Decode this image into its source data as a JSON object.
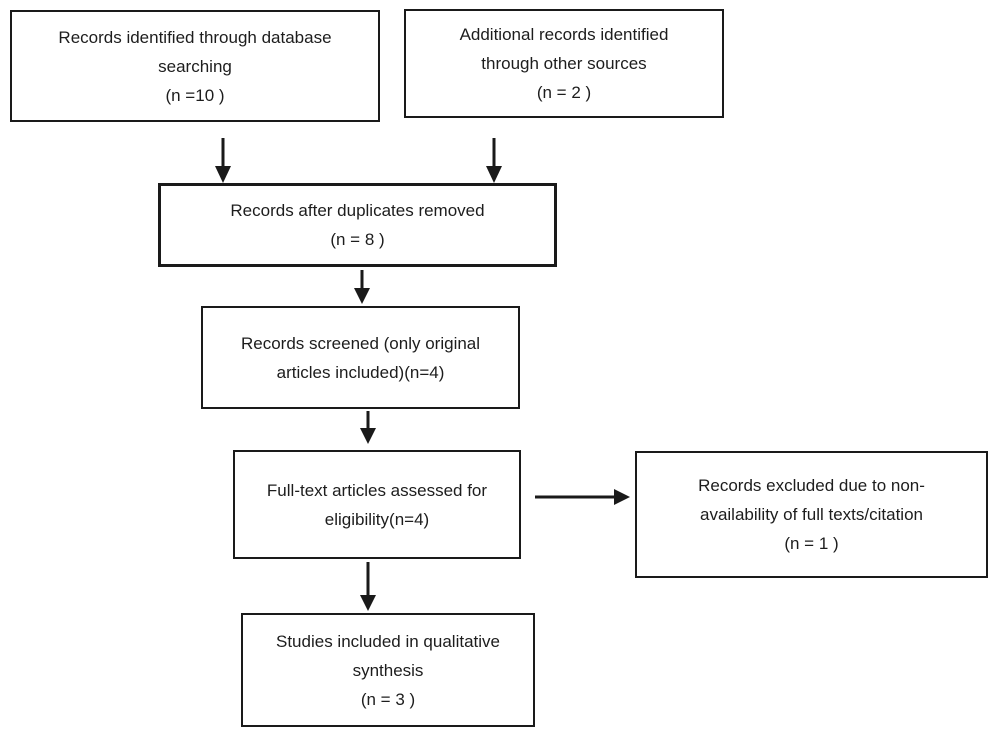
{
  "diagram": {
    "type": "flowchart",
    "boxes": [
      {
        "name": "records-identified",
        "lines": [
          "Records identified through database",
          "searching",
          "(n =10 )"
        ]
      },
      {
        "name": "additional-records",
        "lines": [
          "Additional records identified",
          "through other sources",
          "(n = 2 )"
        ]
      },
      {
        "name": "duplicates-removed",
        "lines": [
          "Records after duplicates removed",
          "(n = 8 )"
        ]
      },
      {
        "name": "records-screened",
        "lines": [
          "Records screened (only original",
          "articles included)(n=4)"
        ]
      },
      {
        "name": "fulltext-assessed",
        "lines": [
          "Full-text articles assessed for",
          "eligibility(n=4)"
        ]
      },
      {
        "name": "records-excluded",
        "lines": [
          "Records excluded due to non-",
          "availability of full texts/citation",
          "(n = 1 )"
        ]
      },
      {
        "name": "studies-included",
        "lines": [
          "Studies included in qualitative",
          "synthesis",
          "(n = 3 )"
        ]
      }
    ],
    "connections": [
      {
        "from": "records-identified",
        "to": "duplicates-removed",
        "direction": "down"
      },
      {
        "from": "additional-records",
        "to": "duplicates-removed",
        "direction": "down"
      },
      {
        "from": "duplicates-removed",
        "to": "records-screened",
        "direction": "down"
      },
      {
        "from": "records-screened",
        "to": "fulltext-assessed",
        "direction": "down"
      },
      {
        "from": "fulltext-assessed",
        "to": "records-excluded",
        "direction": "right"
      },
      {
        "from": "fulltext-assessed",
        "to": "studies-included",
        "direction": "down"
      }
    ],
    "colors": {
      "box_border": "#1a1a1a",
      "text": "#1d1d1d",
      "arrow": "#1a1a1a",
      "background": "#ffffff"
    }
  }
}
